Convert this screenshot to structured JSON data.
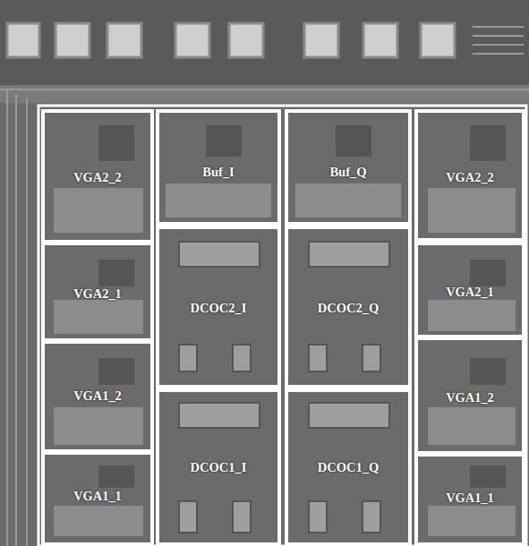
{
  "diagram": {
    "nodes": [
      {
        "text": [
          "VGA2_2"
        ]
      },
      {
        "text": [
          "Buf_I"
        ]
      },
      {
        "text": [
          "Buf_Q"
        ]
      },
      {
        "text": [
          "VGA2_2"
        ]
      },
      {
        "text": [
          "VGA2_1"
        ]
      },
      {
        "text": [
          "DCOC2_I"
        ]
      },
      {
        "text": [
          "DCOC2_Q"
        ]
      },
      {
        "text": [
          "VGA2_1"
        ]
      },
      {
        "text": [
          "VGA1_2"
        ]
      },
      {
        "text": [
          "VGA1_2"
        ]
      },
      {
        "text": [
          "VGA1_1"
        ]
      },
      {
        "text": [
          "DCOC1_I"
        ]
      },
      {
        "text": [
          "DCOC1_Q"
        ]
      },
      {
        "text": [
          "VGA1_1"
        ]
      }
    ]
  }
}
